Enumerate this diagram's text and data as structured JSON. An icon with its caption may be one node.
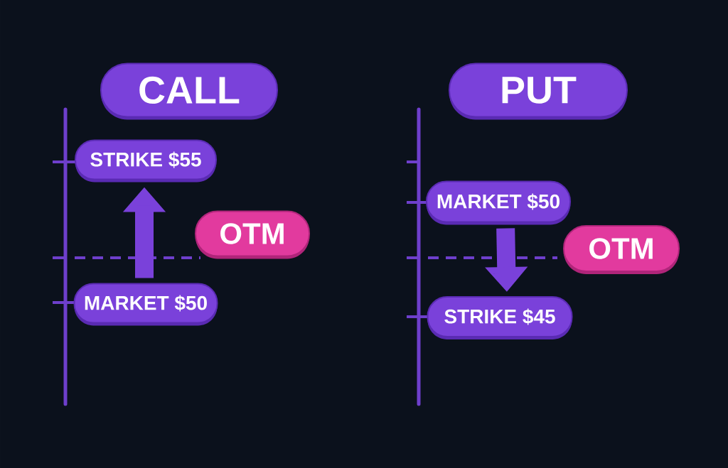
{
  "diagram": {
    "nodes": [
      {
        "text": [
          "CALL"
        ]
      },
      {
        "text": [
          "STRIKE $55"
        ]
      },
      {
        "text": [
          "OTM"
        ]
      },
      {
        "text": [
          "MARKET $50"
        ]
      },
      {
        "text": [
          "PUT"
        ]
      },
      {
        "text": [
          "MARKET $50"
        ]
      },
      {
        "text": [
          "OTM"
        ]
      },
      {
        "text": [
          "STRIKE $45"
        ]
      }
    ],
    "edges": [
      {
        "from": 3,
        "to": 1,
        "arrow": "to"
      },
      {
        "from": 5,
        "to": 7,
        "arrow": "to"
      }
    ]
  }
}
